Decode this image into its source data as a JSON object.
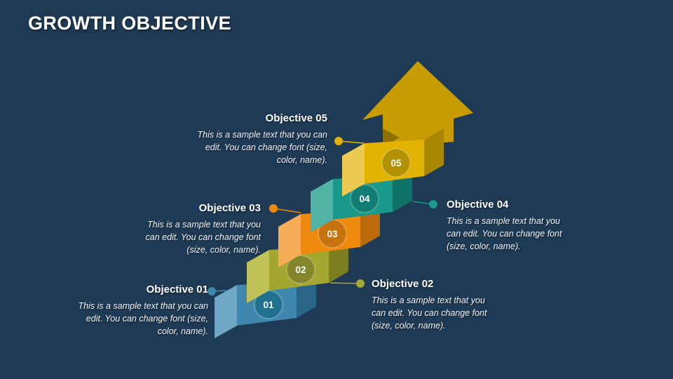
{
  "slide": {
    "title": "GROWTH OBJECTIVE",
    "background_color": "#1f3a54"
  },
  "arrow": {
    "color": "#c79d03",
    "shade_color": "#8f7102"
  },
  "objectives": [
    {
      "number": "01",
      "label": "Objective 01",
      "body": "This is a sample text that you can edit. You can change font (size, color, name).",
      "colors": {
        "main": "#3f87ae",
        "light": "#6fa8c4",
        "dark": "#2a6489",
        "badge": "#20708f"
      }
    },
    {
      "number": "02",
      "label": "Objective 02",
      "body": "This is a sample text that you can edit. You can change font (size, color, name).",
      "colors": {
        "main": "#a4a72f",
        "light": "#c0c257",
        "dark": "#7c7f20",
        "badge": "#84862a"
      }
    },
    {
      "number": "03",
      "label": "Objective 03",
      "body": "This is a sample text that you can edit. You can change font (size, color, name).",
      "colors": {
        "main": "#ee8a0e",
        "light": "#f5ae57",
        "dark": "#bc690a",
        "badge": "#c7730e"
      }
    },
    {
      "number": "04",
      "label": "Objective 04",
      "body": "This is a sample text that you can edit. You can change font (size, color, name).",
      "colors": {
        "main": "#18998b",
        "light": "#52b4a6",
        "dark": "#0e7266",
        "badge": "#107e72"
      }
    },
    {
      "number": "05",
      "label": "Objective 05",
      "body": "This is a sample text that you can edit. You can change font (size, color, name).",
      "colors": {
        "main": "#e2b303",
        "light": "#edca52",
        "dark": "#a98702",
        "badge": "#b29102"
      }
    }
  ]
}
